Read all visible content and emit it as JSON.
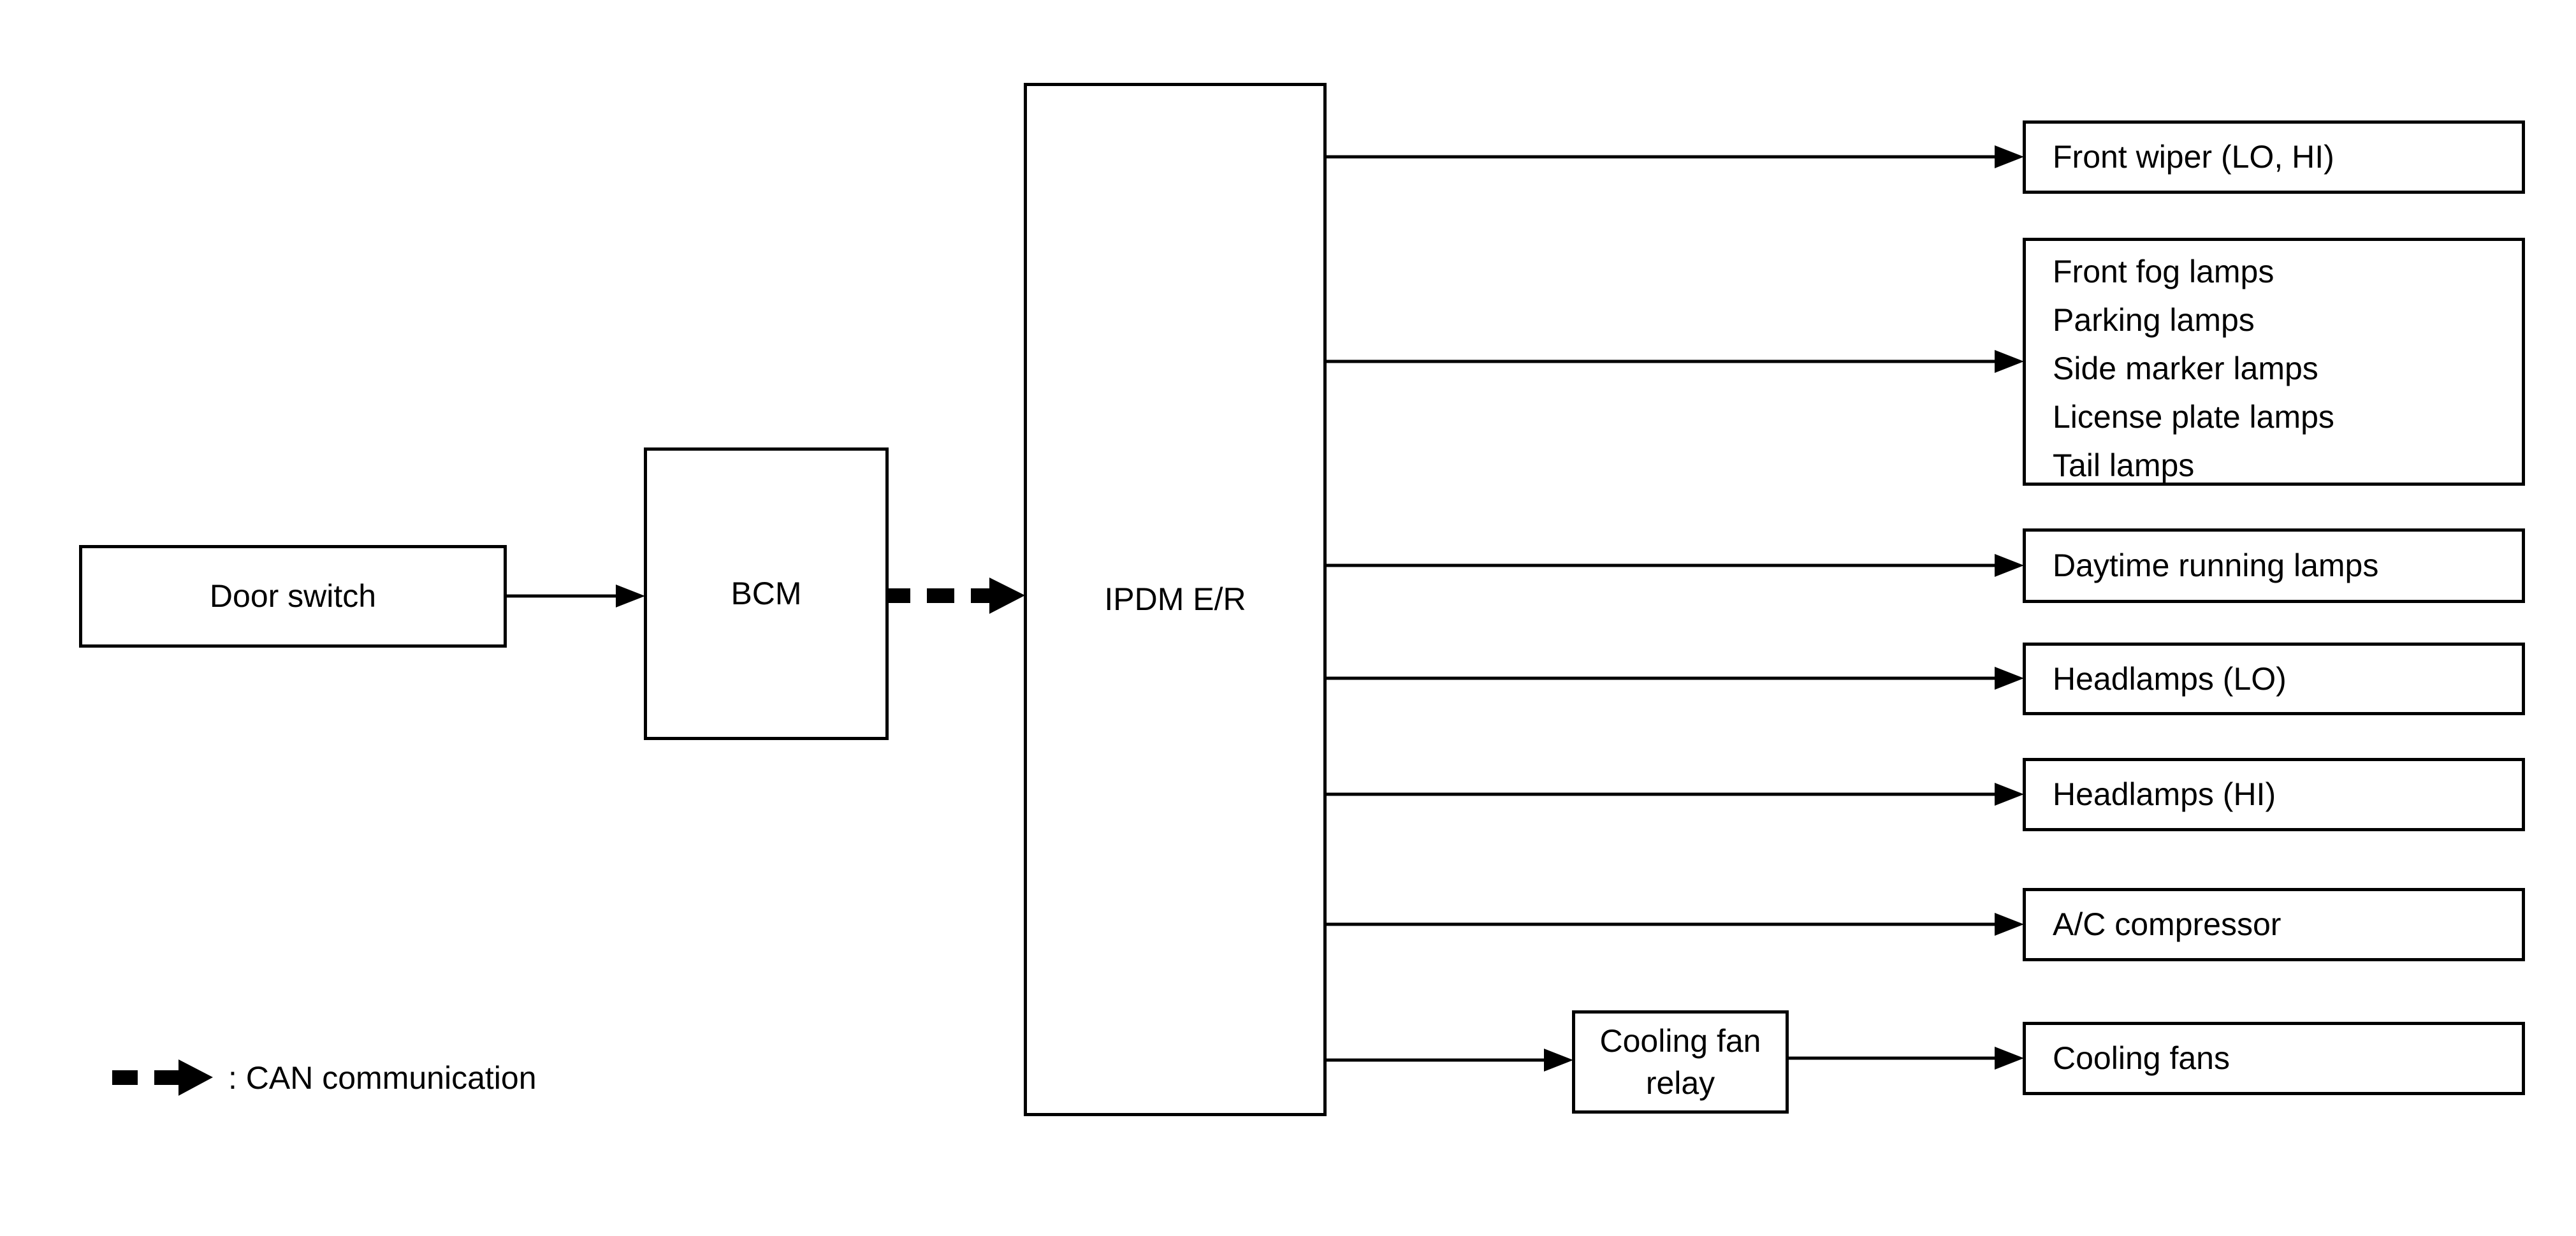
{
  "diagram": {
    "nodes": {
      "door_switch": {
        "label": "Door switch"
      },
      "bcm": {
        "label": "BCM"
      },
      "ipdm": {
        "label": "IPDM E/R"
      },
      "cooling_fan_relay": {
        "line1": "Cooling fan",
        "line2": "relay"
      },
      "outputs": {
        "front_wiper": {
          "label": "Front wiper (LO, HI)"
        },
        "lamps_group": {
          "lines": [
            "Front fog lamps",
            "Parking lamps",
            "Side marker lamps",
            "License plate lamps",
            "Tail lamps"
          ]
        },
        "daytime_running_lamps": {
          "label": "Daytime running lamps"
        },
        "headlamps_lo": {
          "label": "Headlamps (LO)"
        },
        "headlamps_hi": {
          "label": "Headlamps (HI)"
        },
        "ac_compressor": {
          "label": "A/C compressor"
        },
        "cooling_fans": {
          "label": "Cooling fans"
        }
      }
    },
    "legend": {
      "icon": "can-communication-arrow-icon",
      "label": ": CAN communication"
    },
    "colors": {
      "line": "#000000",
      "background": "#ffffff",
      "box_fill": "#ffffff"
    }
  }
}
